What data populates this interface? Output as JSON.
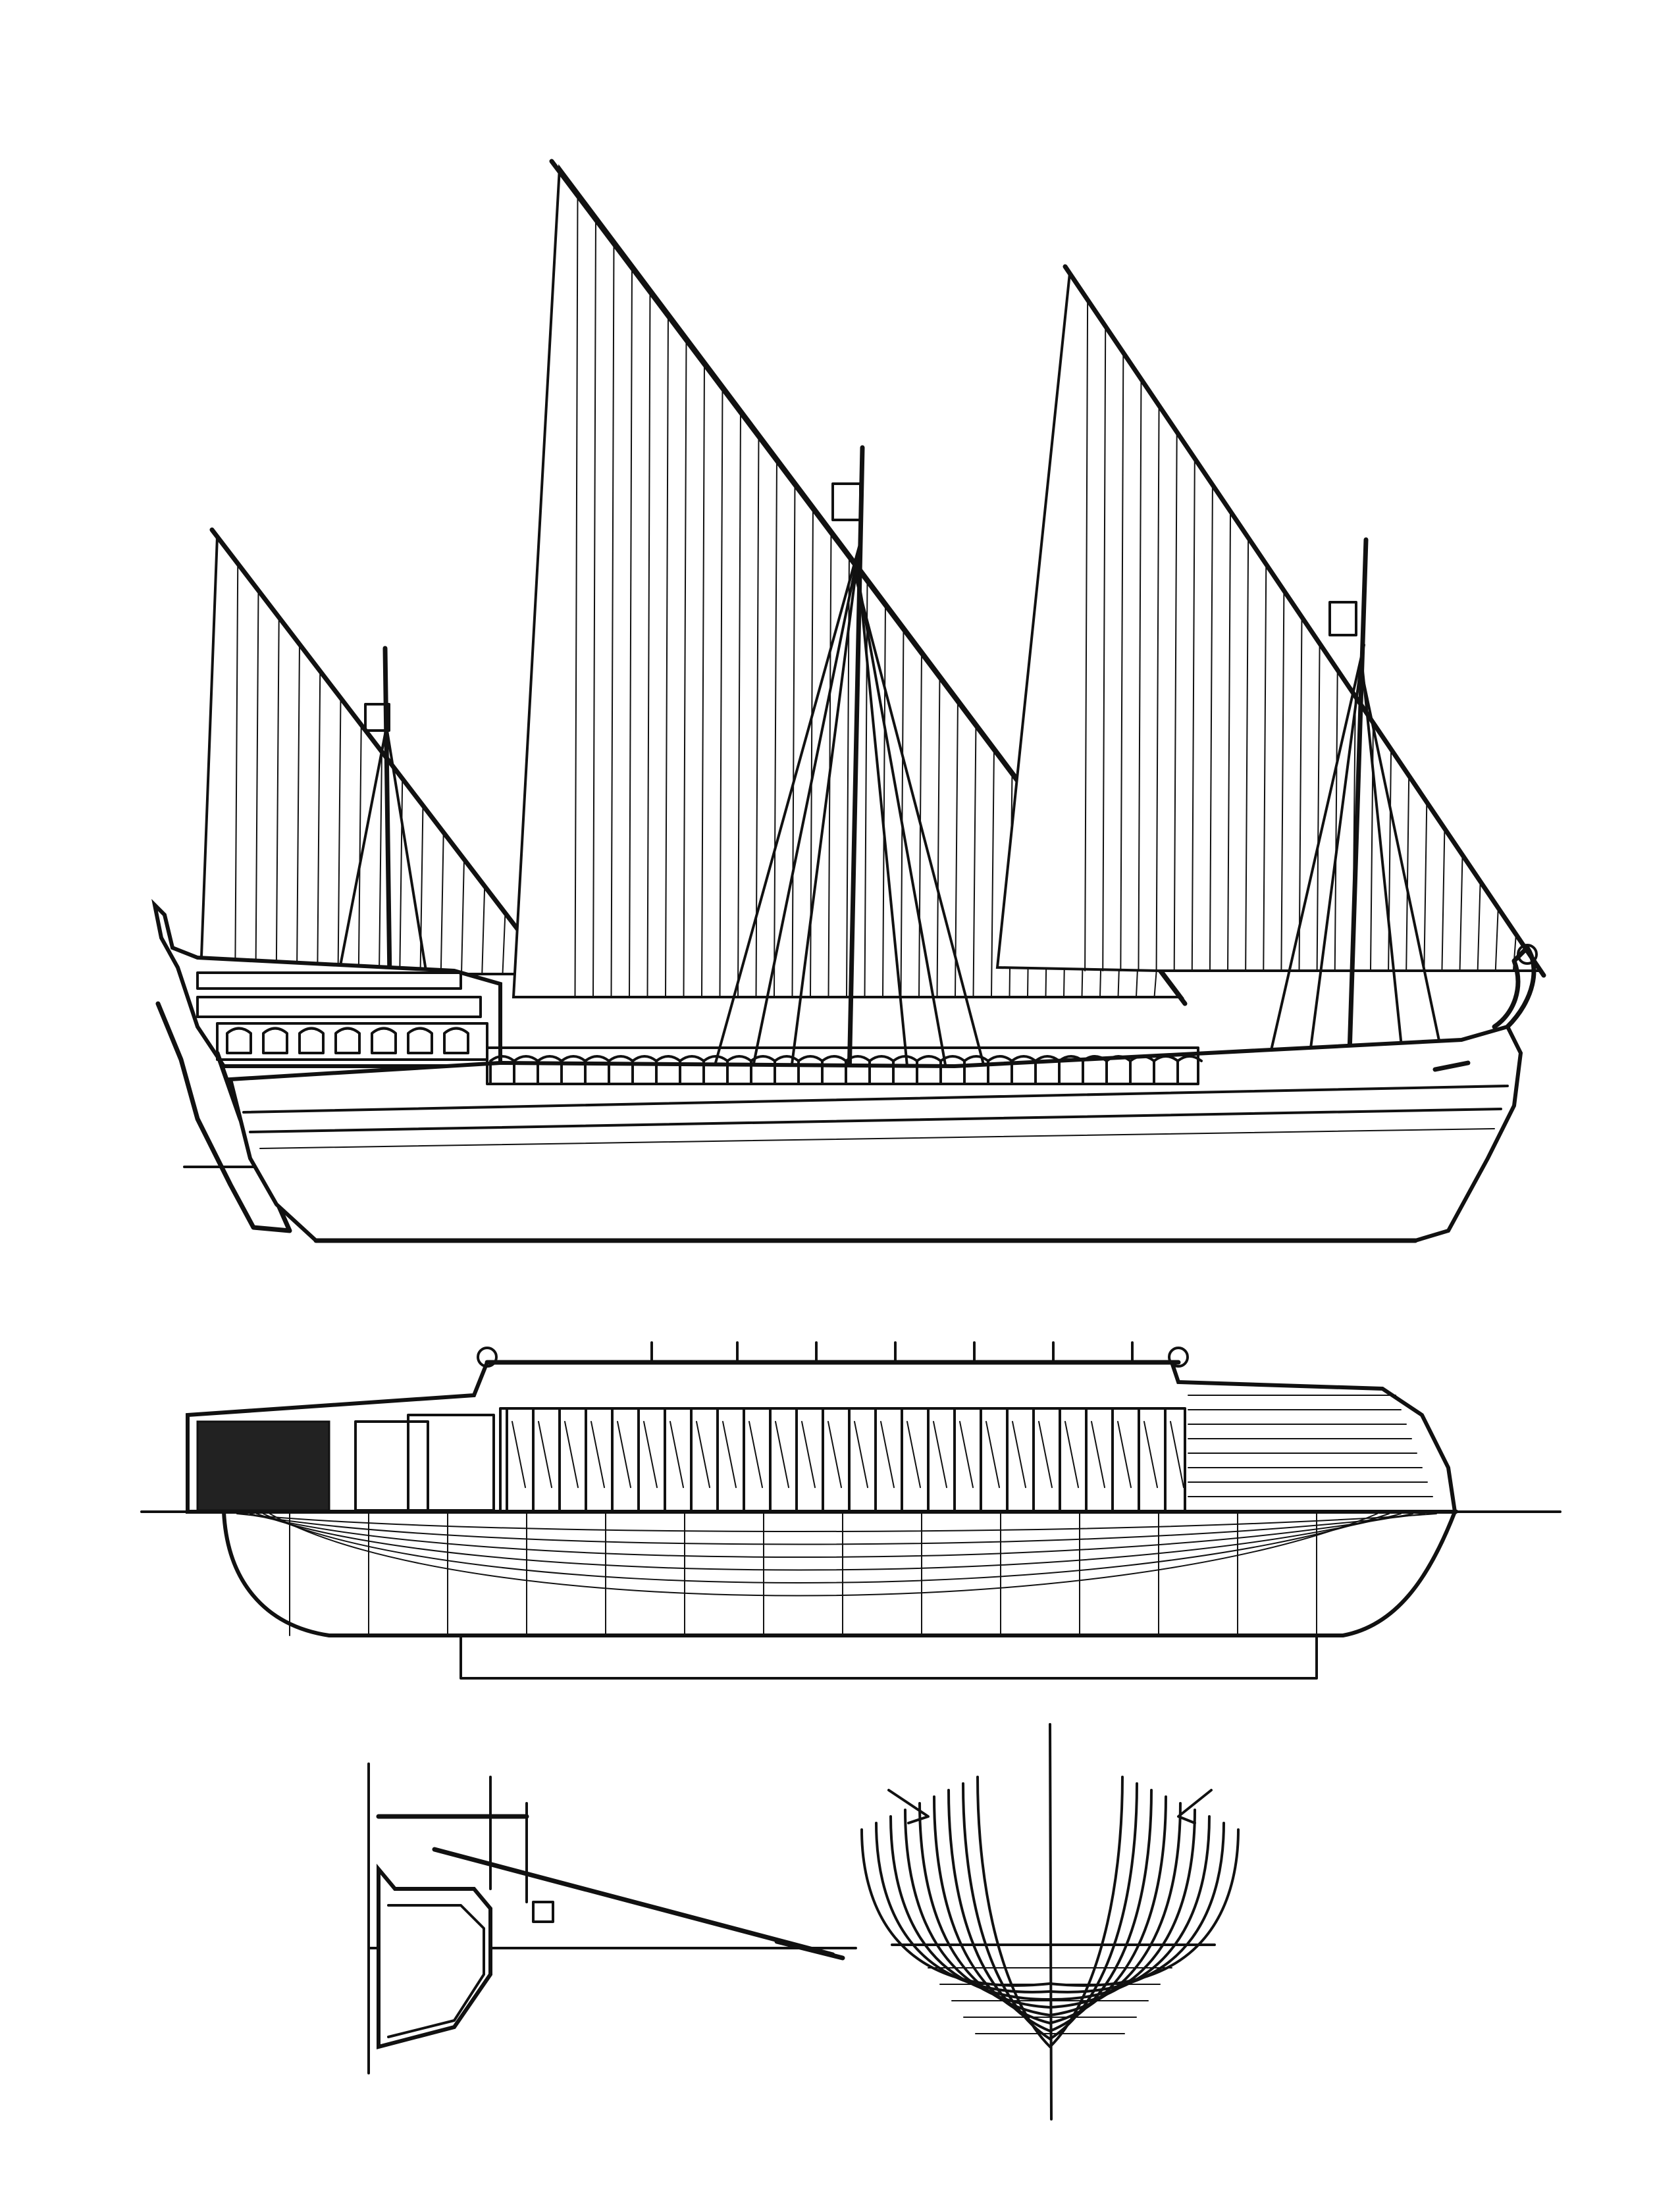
{
  "sheet": {
    "background": "#ffffff",
    "ink": "#111111"
  },
  "views": [
    {
      "id": "sail-plan-profile",
      "kind": "profile elevation with lateen rig"
    },
    {
      "id": "hull-longitudinal-section",
      "kind": "longitudinal section / hull lines"
    },
    {
      "id": "midship-half-section",
      "kind": "half cross-section with oar"
    },
    {
      "id": "body-plan",
      "kind": "body plan (frame sections)"
    }
  ],
  "rig": {
    "masts": 3,
    "sail_type": "lateen"
  }
}
